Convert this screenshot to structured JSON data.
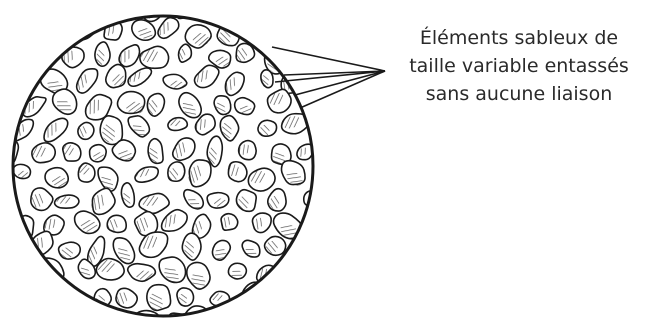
{
  "annotation": {
    "lines": [
      "Éléments  sableux de",
      "taille variable entassés",
      "sans aucune liaison"
    ]
  },
  "colors": {
    "ink": "#1a1a1a",
    "paper": "#ffffff",
    "text": "#2a2a2a"
  }
}
